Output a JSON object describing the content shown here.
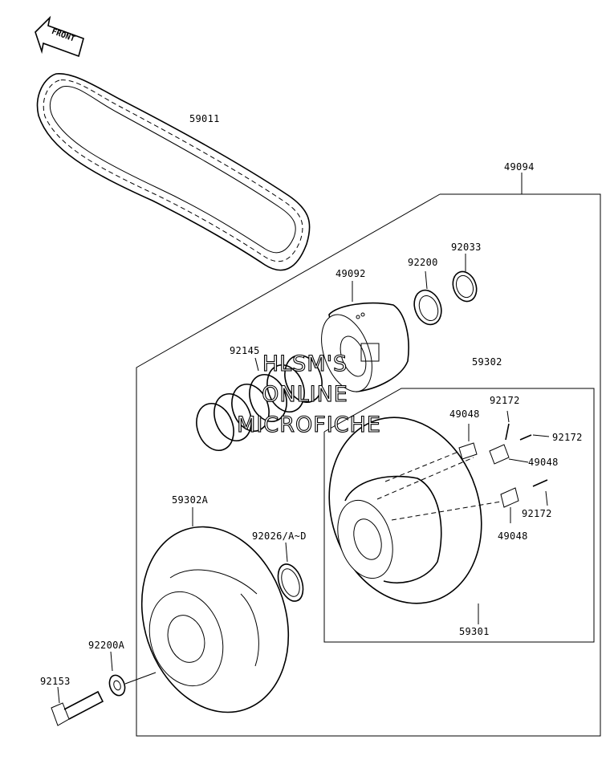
{
  "front_marker": {
    "text": "FRONT",
    "icon": "front-arrow-icon"
  },
  "watermark": {
    "lines": [
      "HLSM'S",
      "ONLINE",
      "MICROFICHE"
    ]
  },
  "callouts": [
    {
      "id": "drive-belt",
      "part": "59011"
    },
    {
      "id": "driven-pulley-assy",
      "part": "49094"
    },
    {
      "id": "cam",
      "part": "49092"
    },
    {
      "id": "bushing-upper",
      "part": "92200"
    },
    {
      "id": "snap-ring",
      "part": "92033"
    },
    {
      "id": "spring",
      "part": "92145"
    },
    {
      "id": "movable-sheave-assy",
      "part": "59302"
    },
    {
      "id": "screw-top",
      "part": "92172"
    },
    {
      "id": "screw-right",
      "part": "92172"
    },
    {
      "id": "screw-lower",
      "part": "92172"
    },
    {
      "id": "weight-left",
      "part": "49048"
    },
    {
      "id": "weight-right",
      "part": "49048"
    },
    {
      "id": "weight-lower",
      "part": "49048"
    },
    {
      "id": "fixed-sheave",
      "part": "59302A"
    },
    {
      "id": "shim",
      "part": "92026/A~D"
    },
    {
      "id": "movable-sheave",
      "part": "59301"
    },
    {
      "id": "washer",
      "part": "92200A"
    },
    {
      "id": "bolt",
      "part": "92153"
    }
  ]
}
